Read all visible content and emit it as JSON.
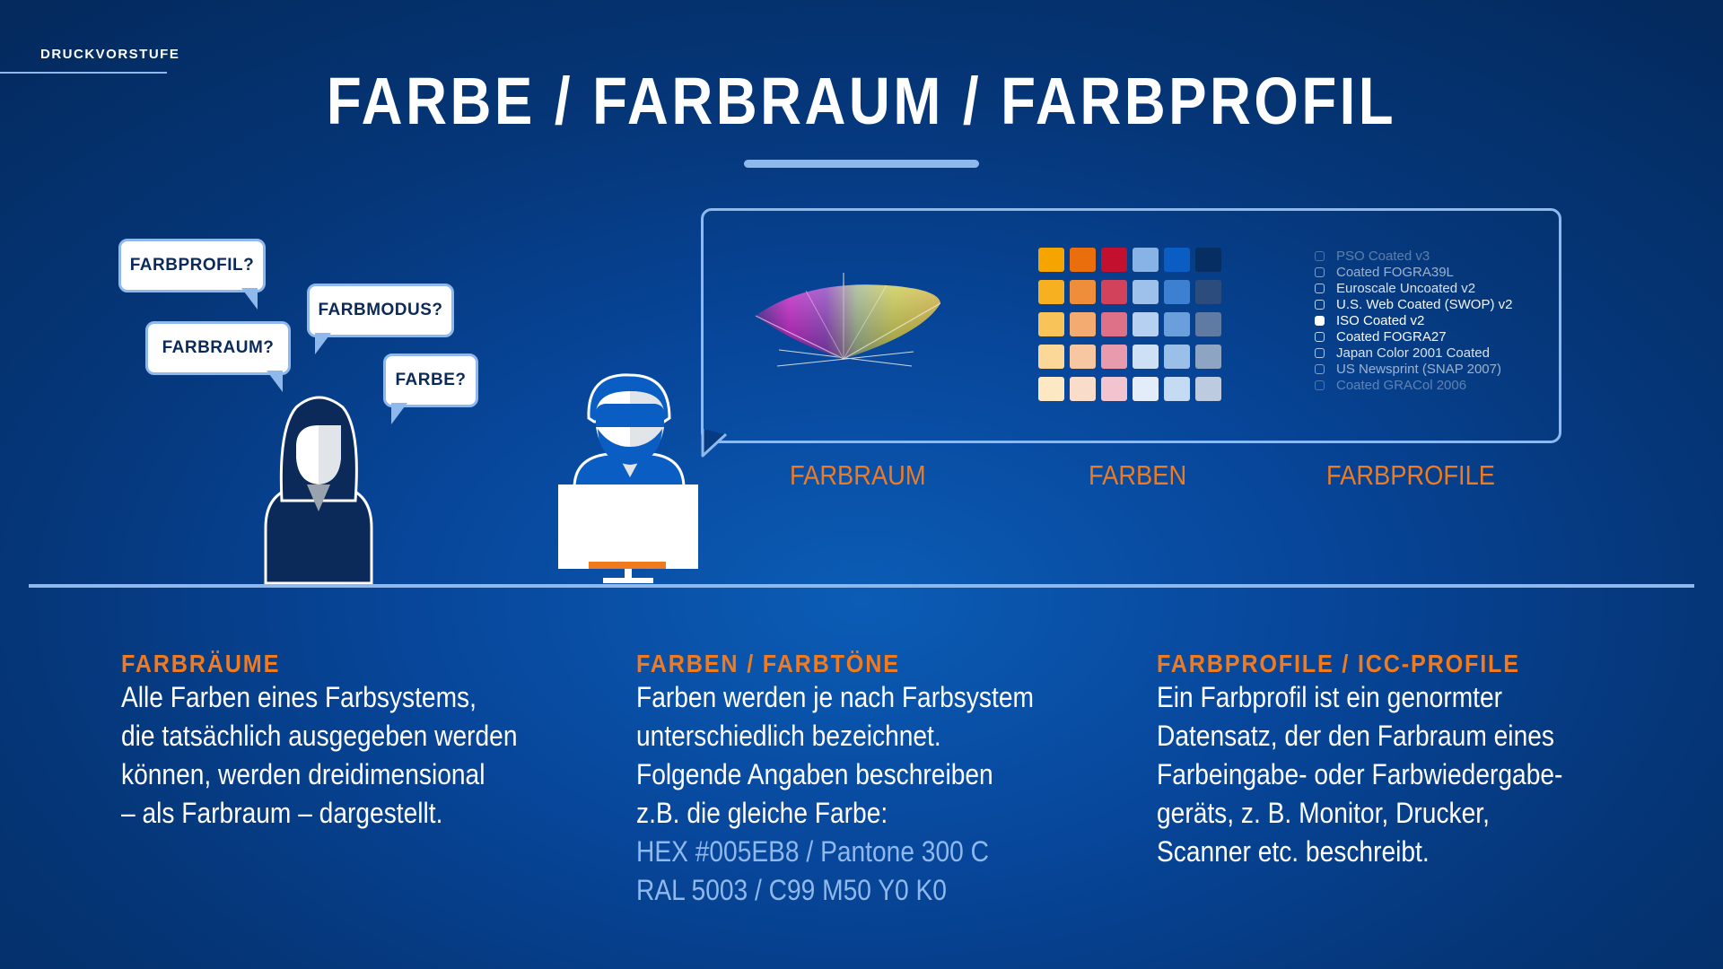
{
  "header": {
    "section": "DRUCKVORSTUFE",
    "title": "FARBE / FARBRAUM / FARBPROFIL"
  },
  "bubbles": {
    "farbprofil": "FARBPROFIL?",
    "farbmodus": "FARBMODUS?",
    "farbraum": "FARBRAUM?",
    "farbe": "FARBE?"
  },
  "swatch_colors": [
    [
      "#f5a400",
      "#ea6f0c",
      "#c2102e",
      "#88b3e6",
      "#0a5ec3",
      "#072e62"
    ],
    [
      "#f6b020",
      "#ee8d3a",
      "#d3425b",
      "#9ec1ec",
      "#3d7fd0",
      "#2c4c7d"
    ],
    [
      "#f8c45a",
      "#f3ab72",
      "#de7088",
      "#b5d0f1",
      "#6a9fdc",
      "#5f7aa3"
    ],
    [
      "#fbd898",
      "#f7c7a1",
      "#e99bae",
      "#cde0f6",
      "#9ac0ea",
      "#8ea4c3"
    ],
    [
      "#fde8c4",
      "#fadccb",
      "#f2c4d0",
      "#e3edfa",
      "#c5dbf3",
      "#bdcbe0"
    ]
  ],
  "profiles": [
    {
      "name": "PSO Coated v3",
      "opacity": 0.35,
      "checked": false
    },
    {
      "name": "Coated FOGRA39L",
      "opacity": 0.6,
      "checked": false
    },
    {
      "name": "Euroscale Uncoated v2",
      "opacity": 0.85,
      "checked": false
    },
    {
      "name": "U.S. Web Coated (SWOP) v2",
      "opacity": 0.95,
      "checked": false
    },
    {
      "name": "ISO Coated v2",
      "opacity": 1.0,
      "checked": true
    },
    {
      "name": "Coated FOGRA27",
      "opacity": 0.95,
      "checked": false
    },
    {
      "name": "Japan Color 2001 Coated",
      "opacity": 0.85,
      "checked": false
    },
    {
      "name": "US Newsprint (SNAP 2007)",
      "opacity": 0.6,
      "checked": false
    },
    {
      "name": "Coated GRACol 2006",
      "opacity": 0.35,
      "checked": false
    }
  ],
  "panel_labels": {
    "farbraum": "FARBRAUM",
    "farben": "FARBEN",
    "farbprofile": "FARBPROFILE"
  },
  "columns": [
    {
      "heading": "FARBRÄUME",
      "lines": [
        "Alle Farben eines Farbsystems,",
        "die tatsächlich ausgegeben werden",
        "können, werden dreidimensional",
        "– als Farbraum – dargestellt."
      ],
      "extra": []
    },
    {
      "heading": "FARBEN / FARBTÖNE",
      "lines": [
        "Farben werden je nach Farbsystem",
        "unterschiedlich bezeichnet.",
        "Folgende Angaben beschreiben",
        "z.B. die gleiche Farbe:"
      ],
      "extra": [
        "HEX #005EB8  /  Pantone 300 C",
        "RAL 5003  /  C99 M50 Y0 K0"
      ]
    },
    {
      "heading": "FARBPROFILE / ICC-PROFILE",
      "lines": [
        "Ein Farbprofil ist ein genormter",
        "Datensatz, der den Farbraum eines",
        "Farbeingabe- oder Farbwiedergabe-",
        "geräts, z. B. Monitor, Drucker,",
        "Scanner etc. beschreibt."
      ],
      "extra": []
    }
  ],
  "colors": {
    "accent_orange": "#f07a1f",
    "light_blue": "#8fb9ec",
    "navy": "#0b2a5a"
  }
}
